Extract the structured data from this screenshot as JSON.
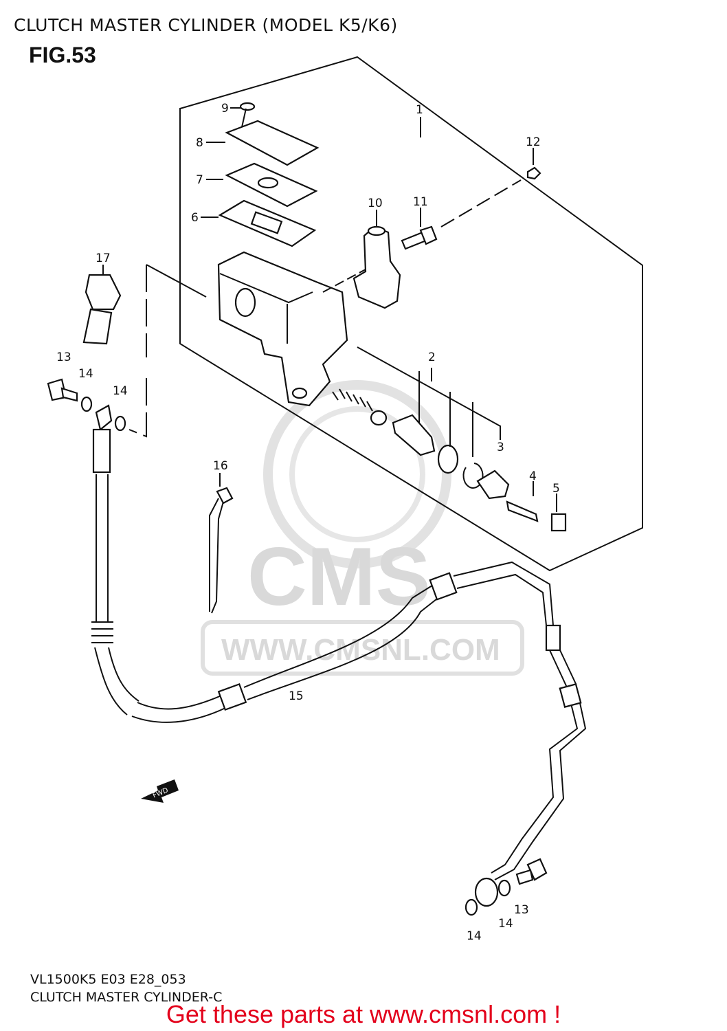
{
  "header": {
    "title": "CLUTCH MASTER CYLINDER (MODEL K5/K6)",
    "figure": "FIG.53"
  },
  "watermark": {
    "brand": "CMS",
    "site": "WWW.CMSNL.COM"
  },
  "fwd_label": "FWD",
  "parts": [
    {
      "ref": "1"
    },
    {
      "ref": "2"
    },
    {
      "ref": "3"
    },
    {
      "ref": "4"
    },
    {
      "ref": "5"
    },
    {
      "ref": "6"
    },
    {
      "ref": "7"
    },
    {
      "ref": "8"
    },
    {
      "ref": "9"
    },
    {
      "ref": "10"
    },
    {
      "ref": "11"
    },
    {
      "ref": "12"
    },
    {
      "ref": "13"
    },
    {
      "ref": "14"
    },
    {
      "ref": "14"
    },
    {
      "ref": "15"
    },
    {
      "ref": "16"
    },
    {
      "ref": "17"
    },
    {
      "ref": "13"
    },
    {
      "ref": "14"
    },
    {
      "ref": "14"
    }
  ],
  "footer": {
    "code": "VL1500K5 E03 E28_053",
    "name": "CLUTCH MASTER CYLINDER-C",
    "cta": "Get these parts at www.cmsnl.com !",
    "cta_color": "#e3001b"
  }
}
